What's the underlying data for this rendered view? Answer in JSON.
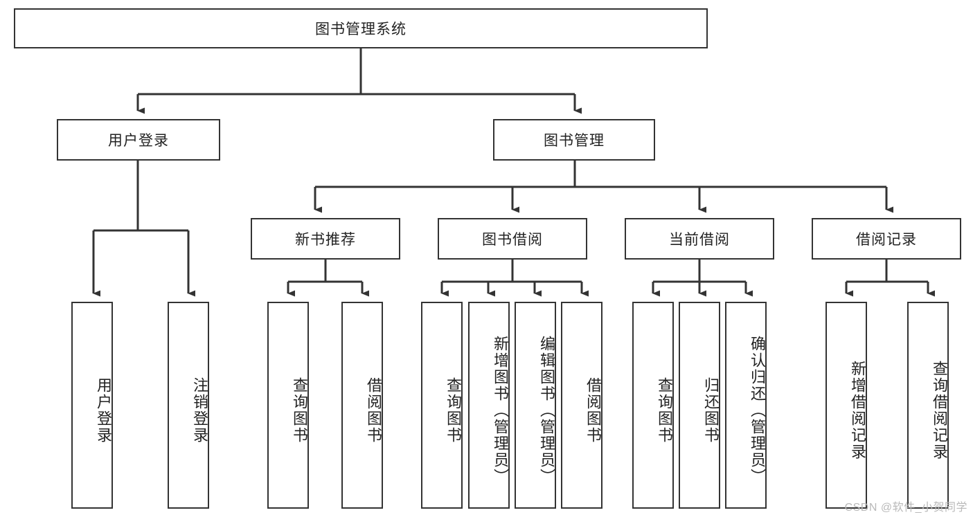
{
  "diagram": {
    "title_node": {
      "label": "图书管理系统"
    },
    "level1": [
      {
        "id": "user-login",
        "label": "用户登录"
      },
      {
        "id": "book-manage",
        "label": "图书管理"
      }
    ],
    "level2": [
      {
        "id": "new-book-recommend",
        "label": "新书推荐"
      },
      {
        "id": "book-borrow",
        "label": "图书借阅"
      },
      {
        "id": "current-borrow",
        "label": "当前借阅"
      },
      {
        "id": "borrow-record",
        "label": "借阅记录"
      }
    ],
    "leaves": [
      {
        "id": "leaf-user-login",
        "label": "用户登录"
      },
      {
        "id": "leaf-logout-login",
        "label": "注销登录"
      },
      {
        "id": "leaf-query-book-1",
        "label": "查询图书"
      },
      {
        "id": "leaf-borrow-book-1",
        "label": "借阅图书"
      },
      {
        "id": "leaf-query-book-2",
        "label": "查询图书"
      },
      {
        "id": "leaf-add-book-admin",
        "label": "新增图书（管理员）"
      },
      {
        "id": "leaf-edit-book-admin",
        "label": "编辑图书（管理员）"
      },
      {
        "id": "leaf-borrow-book-2",
        "label": "借阅图书"
      },
      {
        "id": "leaf-query-book-3",
        "label": "查询图书"
      },
      {
        "id": "leaf-return-book",
        "label": "归还图书"
      },
      {
        "id": "leaf-confirm-return-admin",
        "label": "确认归还（管理员）"
      },
      {
        "id": "leaf-add-borrow-record",
        "label": "新增借阅记录"
      },
      {
        "id": "leaf-query-borrow-record",
        "label": "查询借阅记录"
      }
    ],
    "watermark": "CSDN @软件_小贺同学",
    "colors": {
      "border": "#333333",
      "background": "#ffffff",
      "text": "#222222",
      "watermark": "#b9b9b9"
    }
  }
}
